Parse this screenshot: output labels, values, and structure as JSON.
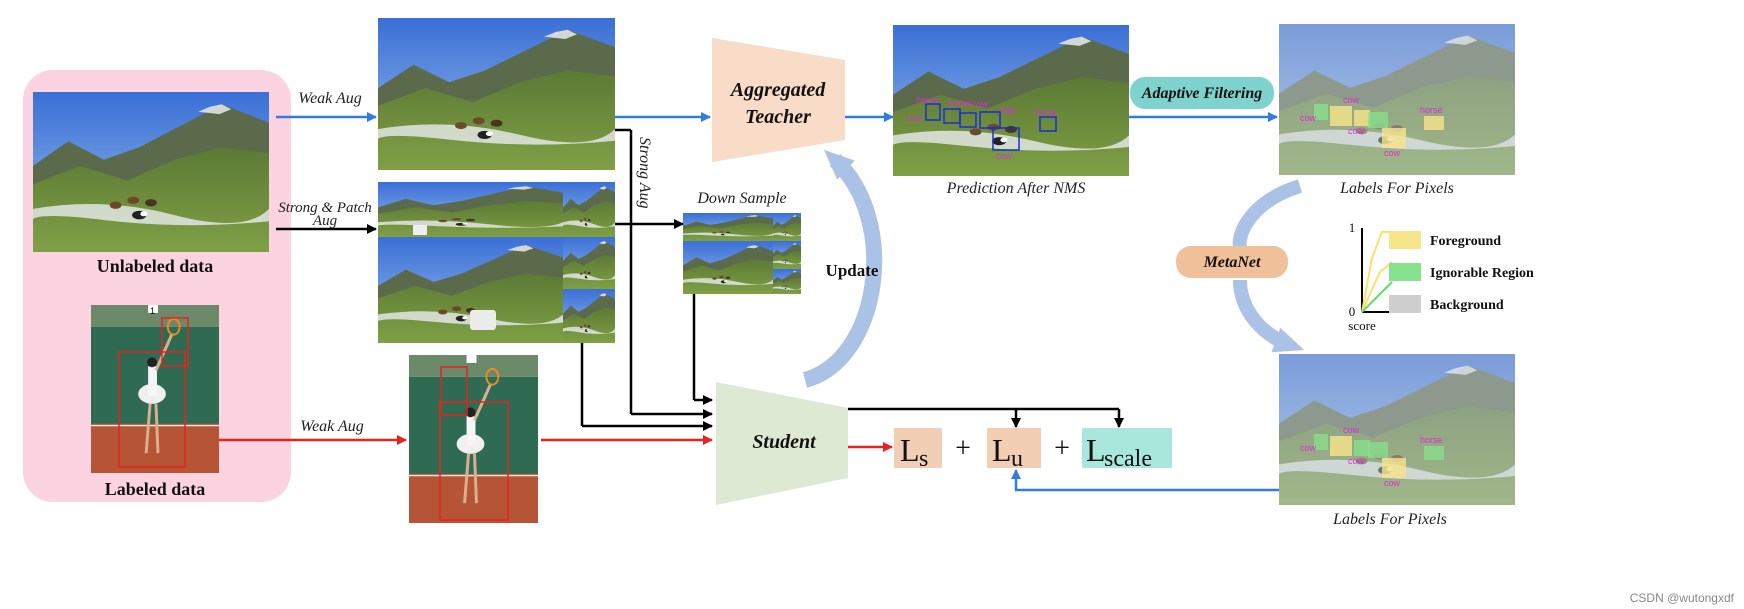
{
  "labels": {
    "unlabeled": "Unlabeled data",
    "labeled": "Labeled data",
    "weak_aug_top": "Weak Aug",
    "strong_patch_aug_line1": "Strong & Patch",
    "strong_patch_aug_line2": "Aug",
    "weak_aug_bottom": "Weak Aug",
    "strong_aug": "Strong Aug",
    "down_sample": "Down Sample",
    "aggregated_teacher_line1": "Aggregated",
    "aggregated_teacher_line2": "Teacher",
    "update": "Update",
    "student": "Student",
    "prediction_after_nms": "Prediction After NMS",
    "adaptive_filtering": "Adaptive Filtering",
    "labels_for_pixels_top": "Labels For Pixels",
    "labels_for_pixels_bottom": "Labels For Pixels",
    "metanet": "MetaNet",
    "loss_s_main": "L",
    "loss_s_sub": "s",
    "loss_u_main": "L",
    "loss_u_sub": "u",
    "loss_scale_main": "L",
    "loss_scale_sub": "scale",
    "plus1": "+",
    "plus2": "+"
  },
  "legend": {
    "y_top": "1",
    "y_bottom": "0",
    "axis_label": "score",
    "items": [
      {
        "label": "Foreground",
        "color": "#f7e58a"
      },
      {
        "label": "Ignorable Region",
        "color": "#86e28c"
      },
      {
        "label": "Background",
        "color": "#cfcfcf"
      }
    ]
  },
  "detections": {
    "prediction_labels": [
      "horse",
      "cow",
      "horse",
      "cow",
      "dog",
      "horse",
      "cow"
    ],
    "pixel_labels_top": [
      "cow",
      "cow",
      "cow",
      "horse",
      "cow"
    ],
    "pixel_labels_bottom": [
      "cow",
      "cow",
      "cow",
      "horse",
      "cow"
    ],
    "tennis_number": "1"
  },
  "colors": {
    "arrow_blue": "#2f7de1",
    "arrow_black": "#000000",
    "arrow_red": "#e8231f",
    "unlabeled_panel": "#fbd3e1",
    "teacher_fill": "#f8dcc8",
    "student_fill": "#dde9d2",
    "loss_s_fill": "#f2cfb4",
    "loss_u_fill": "#f2cfb4",
    "loss_scale_fill": "#a9e6dc",
    "adaptive_fill": "#7fd3cf",
    "metanet_fill": "#f0c09b",
    "update_arc": "#a9c2e6",
    "label_magenta": "#e22ad6"
  },
  "watermark": "CSDN @wutongxdf"
}
